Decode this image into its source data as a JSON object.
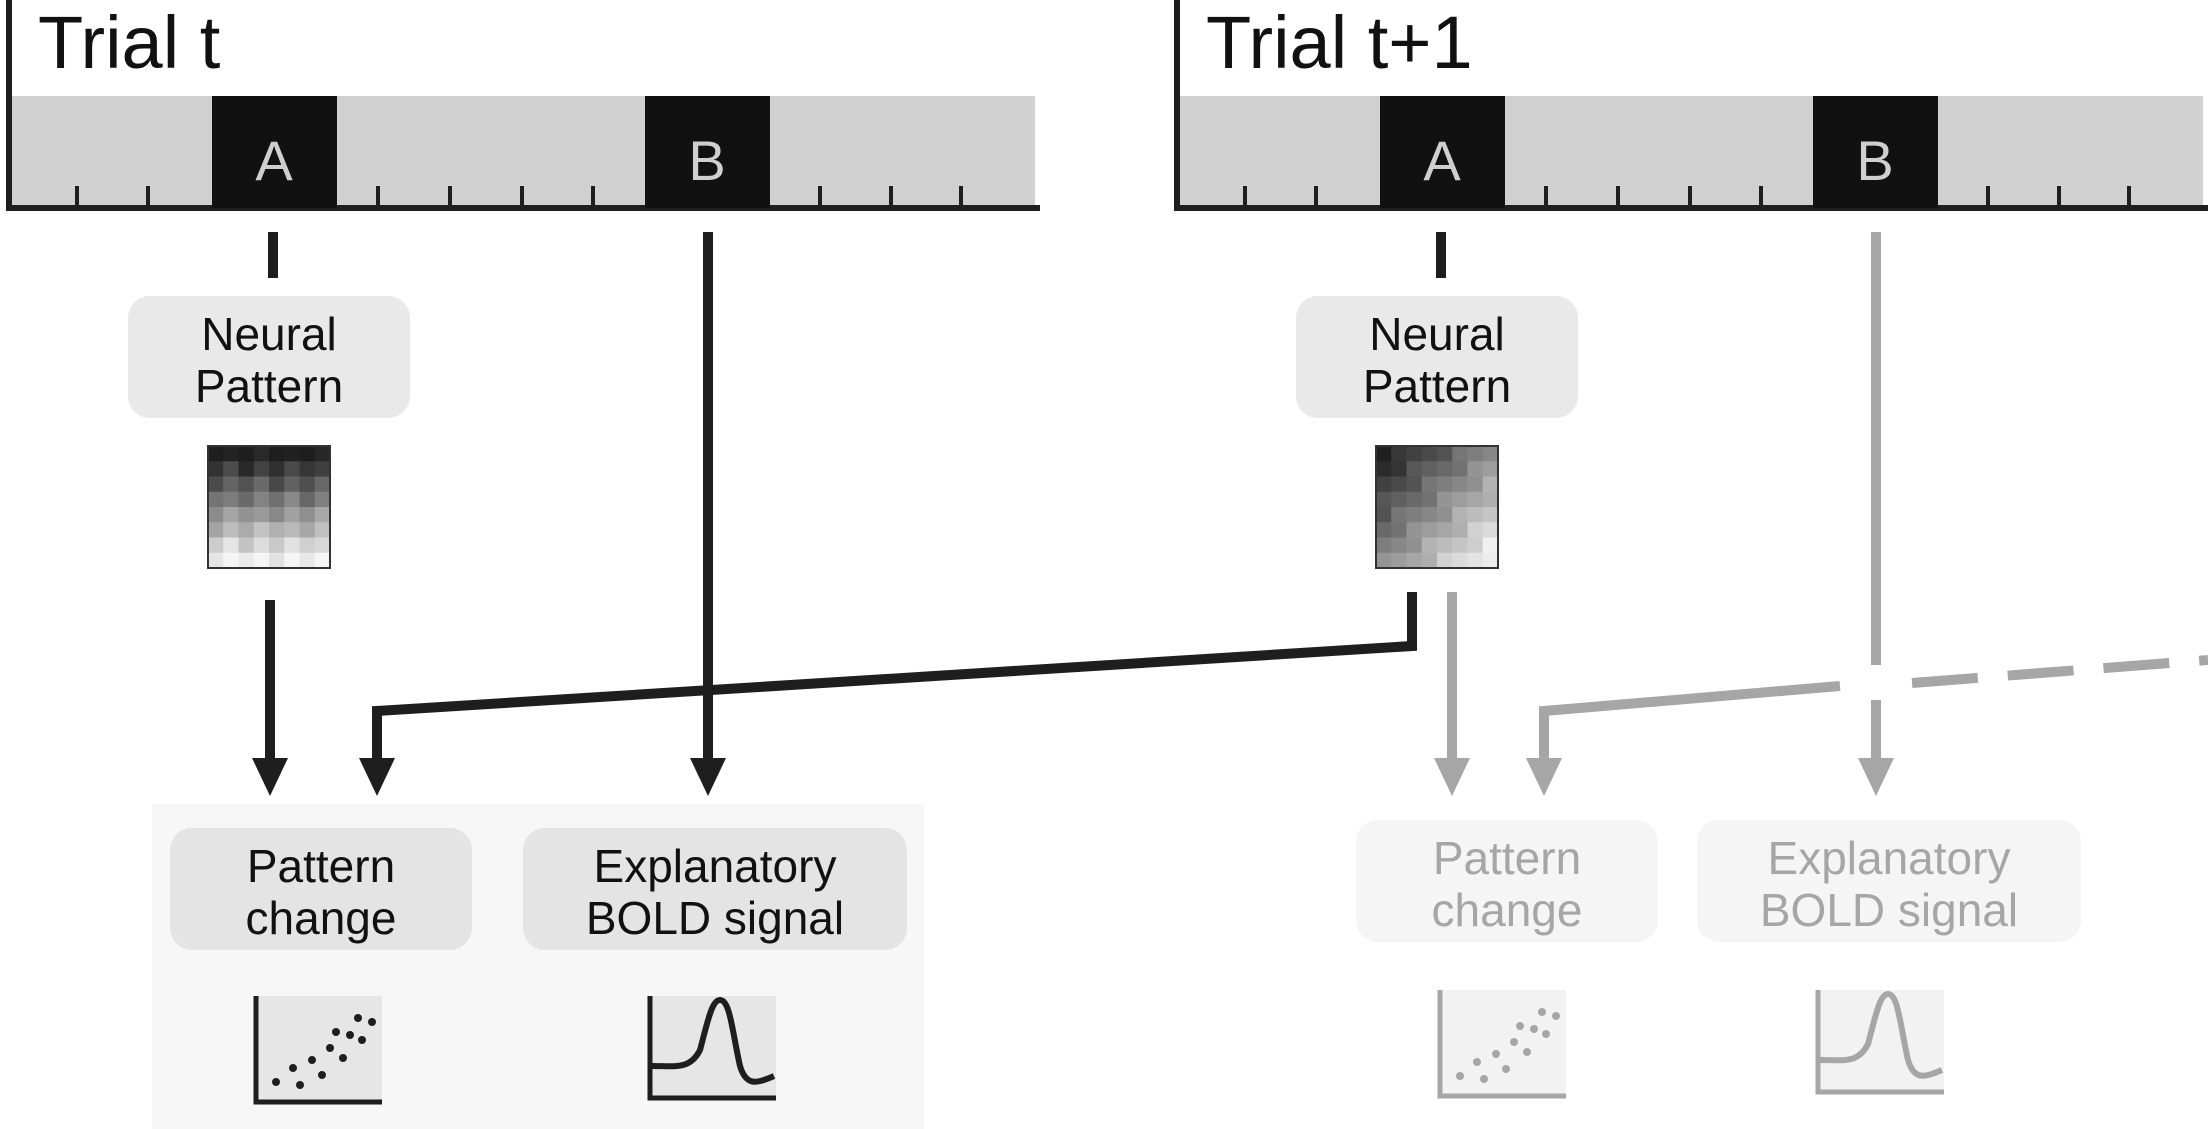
{
  "trials": [
    {
      "title": "Trial t",
      "event_a": "A",
      "event_b": "B"
    },
    {
      "title": "Trial t+1",
      "event_a": "A",
      "event_b": "B"
    }
  ],
  "boxes": {
    "neural_pattern": [
      "Neural",
      "Pattern"
    ],
    "pattern_change": [
      "Pattern",
      "change"
    ],
    "bold_signal": [
      "Explanatory",
      "BOLD signal"
    ]
  },
  "colors": {
    "dark": "#1e1e1e",
    "faded": "#a6a6a6",
    "timeline_fill": "#d0d0d0",
    "box_fill": "#e9e9e9",
    "faded_box_fill": "#f5f5f5",
    "panel_fill": "#f7f7f7"
  },
  "icons": [
    "scatter-plot-icon",
    "hrf-curve-icon",
    "neural-pattern-heatmap-icon"
  ]
}
